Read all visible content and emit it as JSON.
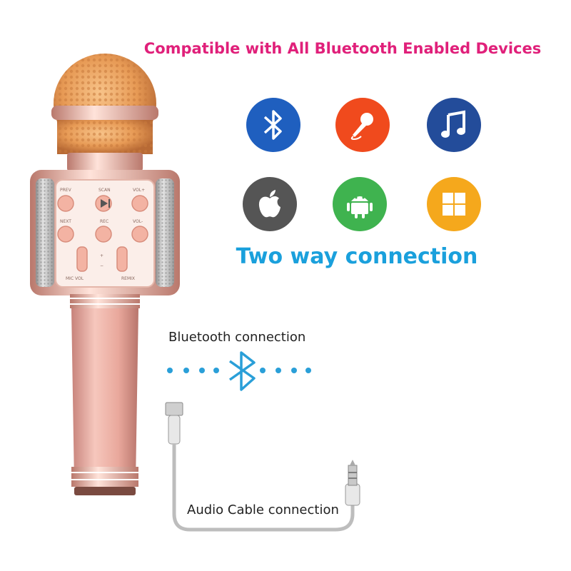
{
  "headline": "Compatible with All Bluetooth Enabled Devices",
  "tagline": "Two way connection",
  "bluetooth_label": "Bluetooth connection",
  "cable_label": "Audio Cable connection",
  "icons": [
    {
      "name": "bluetooth-icon",
      "color": "#1f5fbf"
    },
    {
      "name": "microphone-icon",
      "color": "#f04a1d"
    },
    {
      "name": "music-note-icon",
      "color": "#234c9a"
    },
    {
      "name": "apple-icon",
      "color": "#555555"
    },
    {
      "name": "android-icon",
      "color": "#3fb34f"
    },
    {
      "name": "windows-icon",
      "color": "#f5a81c"
    }
  ],
  "mic_buttons": {
    "prev": "PREV",
    "scan": "SCAN",
    "vol_up": "VOL+",
    "next": "NEXT",
    "rec": "REC",
    "vol_down": "VOL-",
    "mic_vol": "MIC VOL",
    "remix": "REMIX",
    "plus": "+",
    "minus": "−"
  },
  "colors": {
    "headline": "#e0207a",
    "tagline": "#1aa0dc",
    "rose_gold": "#e7a598",
    "dots": "#2a9fd8"
  }
}
